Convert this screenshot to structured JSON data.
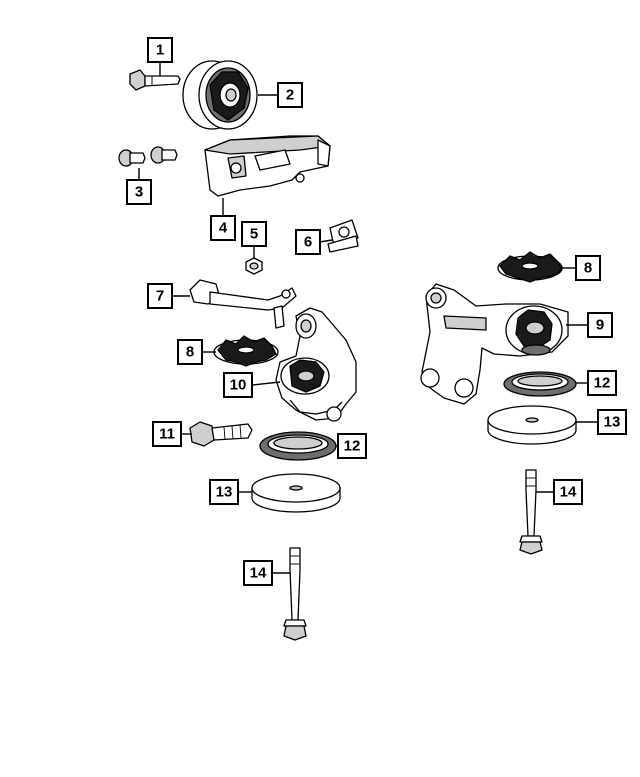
{
  "callouts": {
    "c1": "1",
    "c2": "2",
    "c3": "3",
    "c4": "4",
    "c5": "5",
    "c6": "6",
    "c7": "7",
    "c8_left": "8",
    "c8_right": "8",
    "c9": "9",
    "c10": "10",
    "c11": "11",
    "c12_left": "12",
    "c12_right": "12",
    "c13_left": "13",
    "c13_right": "13",
    "c14_left": "14",
    "c14_right": "14"
  },
  "colors": {
    "line": "#000000",
    "background": "#ffffff",
    "rubber": "#1a1a1a",
    "shade": "#cfcfcf"
  }
}
